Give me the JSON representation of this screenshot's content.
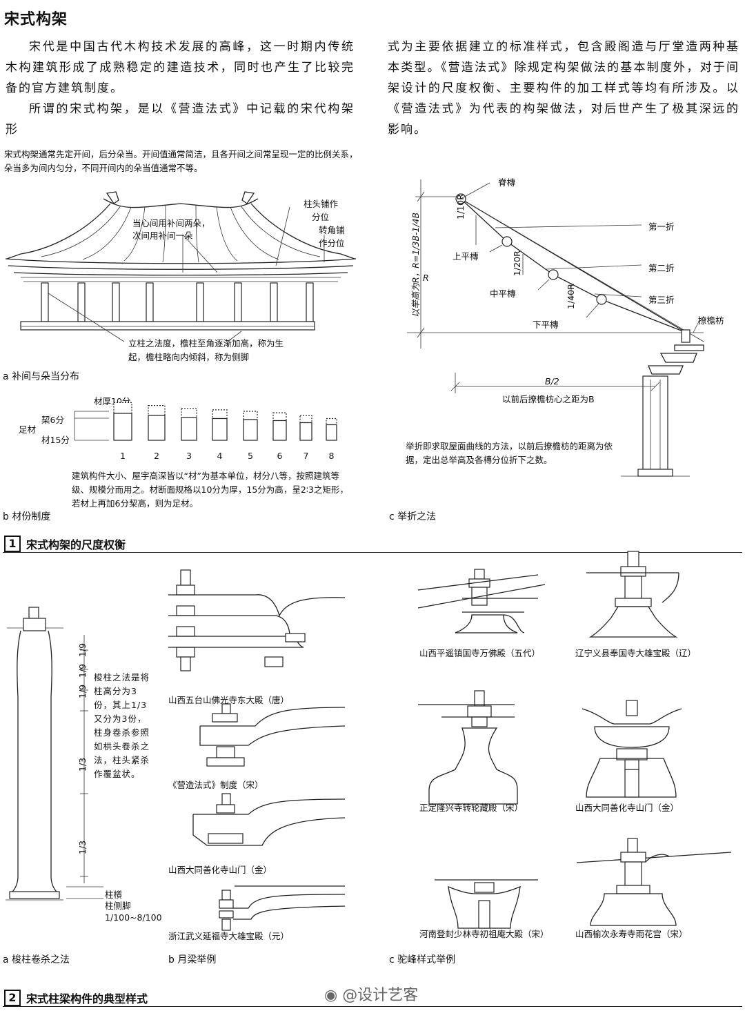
{
  "page_title": "宋式构架",
  "intro": {
    "left_p1": "宋代是中国古代木构技术发展的高峰，这一时期内传统木构建筑形成了成熟稳定的建造技术，同时也产生了比较完备的官方建筑制度。",
    "left_p2": "所谓的宋式构架，是以《营造法式》中记载的宋代构架形",
    "right_p": "式为主要依据建立的标准样式，包含殿阁造与厅堂造两种基本类型。《营造法式》除规定构架做法的基本制度外，对于间架设计的尺度权衡、主要构件的加工样式等均有所涉及。以《营造法式》为代表的构架做法，对后世产生了极其深远的影响。"
  },
  "fig_a": {
    "note": "宋式构架通常先定开间，后分朵当。开间值通常简洁，且各开间之间常呈现一定的比例关系，朵当多为间内匀分，不同开间内的朵当值通常不等。",
    "label_center": "当心间用补间两朵，",
    "label_center2": "次间用补间一朵",
    "label_zhutou": "柱头铺作",
    "label_zhutou2": "分位",
    "label_zhuanjiao": "转角铺",
    "label_zhuanjiao2": "作分位",
    "label_column": "立柱之法度，檐柱至角逐渐加高，称为生",
    "label_column2": "起，檐柱略向内倾斜，称为侧脚",
    "caption": "a 补间与朵当分布"
  },
  "fig_b": {
    "label_cai": "材厚10分",
    "label_zhi": "栔6分",
    "label_zucai": "足材",
    "label_cai15": "材15分",
    "grades": [
      "1",
      "2",
      "3",
      "4",
      "5",
      "6",
      "7",
      "8"
    ],
    "note": "建筑构件大小、屋宇高深皆以“材”为基本单位，材分八等，按照建筑等级、规模分而用之。材断面规格以10分为厚，15分为高，呈2∶3之矩形，若材上再加6分栔高，则为足材。",
    "caption": "b 材份制度"
  },
  "fig_c": {
    "label_ji": "脊槫",
    "label_shang": "上平槫",
    "label_zhong": "中平槫",
    "label_xia": "下平槫",
    "label_liao": "撩檐枋",
    "label_fold1": "第一折",
    "label_fold2": "第二折",
    "label_fold3": "第三折",
    "label_r10": "1/10R",
    "label_r20": "1/20R",
    "label_r40": "1/40R",
    "label_vertical": "以举高为R，R=1/3B-1/4B",
    "label_R": "R",
    "label_B2": "B/2",
    "label_B": "以前后撩檐枋心之距为B",
    "note": "举折即求取屋面曲线的方法，以前后撩檐枋的距离为依据，定出总举高及各槫分位折下之数。",
    "caption": "c 举折之法"
  },
  "section1": {
    "num": "1",
    "title": "宋式构架的尺度权衡"
  },
  "fig_2a": {
    "note": "梭柱之法是将柱高分为3份，其上1/3又分为3份，柱身卷杀参照如栱头卷杀之法，柱头紧杀作覆盆状。",
    "div_small": "1/9",
    "div_big": "1/3",
    "label_zhi": "柱櫍",
    "label_cejiao": "柱侧脚",
    "label_ratio": "1/100~8/100",
    "caption": "a 梭柱卷杀之法"
  },
  "fig_2b": {
    "ex1": "山西五台山佛光寺东大殿（唐）",
    "ex2": "《营造法式》制度（宋）",
    "ex3": "山西大同善化寺山门（金）",
    "ex4": "浙江武义延福寺大雄宝殿（元）",
    "caption": "b 月梁举例"
  },
  "fig_2c": {
    "ex1": "山西平遥镇国寺万佛殿（五代）",
    "ex2": "辽宁义县奉国寺大雄宝殿（辽）",
    "ex3": "正定隆兴寺转轮藏殿（宋）",
    "ex4": "山西大同善化寺山门（金）",
    "ex5": "河南登封少林寺初祖庵大殿（宋）",
    "ex6": "山西榆次永寿寺雨花宫（宋）",
    "caption": "c 驼峰样式举例"
  },
  "section2": {
    "num": "2",
    "title": "宋式柱梁构件的典型样式"
  },
  "watermark": "@设计艺客",
  "colors": {
    "ink": "#111111",
    "line": "#222222",
    "watermark": "#666666"
  }
}
